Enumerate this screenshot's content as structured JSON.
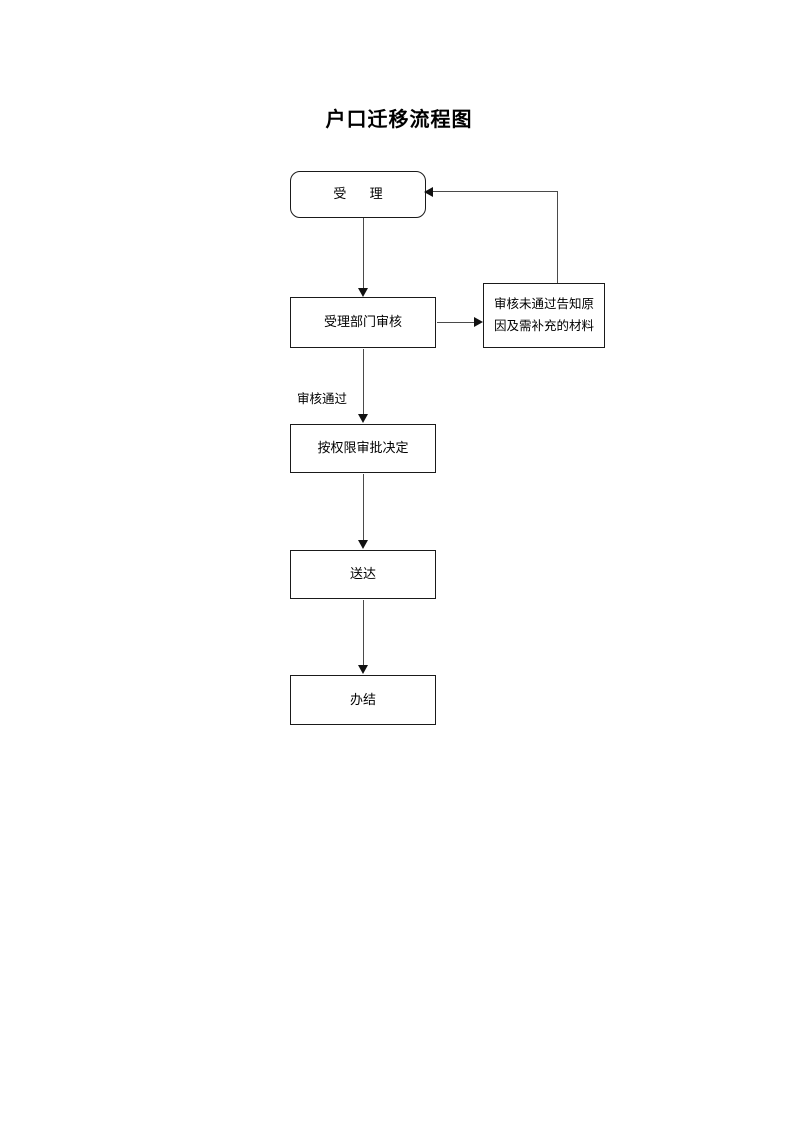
{
  "document": {
    "title": "户口迁移流程图"
  },
  "chart_data": {
    "type": "diagram",
    "title": "户口迁移流程图",
    "nodes": [
      {
        "id": "accept",
        "label": "受  理",
        "shape": "rounded-rectangle"
      },
      {
        "id": "review",
        "label": "受理部门审核",
        "shape": "rectangle"
      },
      {
        "id": "reject",
        "label": "审核未通过告知原因及需补充的材料",
        "shape": "rectangle"
      },
      {
        "id": "approve",
        "label": "按权限审批决定",
        "shape": "rectangle"
      },
      {
        "id": "deliver",
        "label": "送达",
        "shape": "rectangle"
      },
      {
        "id": "complete",
        "label": "办结",
        "shape": "rectangle"
      }
    ],
    "edges": [
      {
        "from": "accept",
        "to": "review",
        "label": "",
        "direction": "down"
      },
      {
        "from": "review",
        "to": "reject",
        "label": "",
        "direction": "right"
      },
      {
        "from": "reject",
        "to": "accept",
        "label": "",
        "direction": "up-left"
      },
      {
        "from": "review",
        "to": "approve",
        "label": "审核通过",
        "direction": "down"
      },
      {
        "from": "approve",
        "to": "deliver",
        "label": "",
        "direction": "down"
      },
      {
        "from": "deliver",
        "to": "complete",
        "label": "",
        "direction": "down"
      }
    ],
    "colors": {
      "background": "#ffffff",
      "node_border": "#1a1a1a",
      "connector": "#4a4a4a",
      "arrowhead": "#111111",
      "text": "#000000"
    }
  }
}
